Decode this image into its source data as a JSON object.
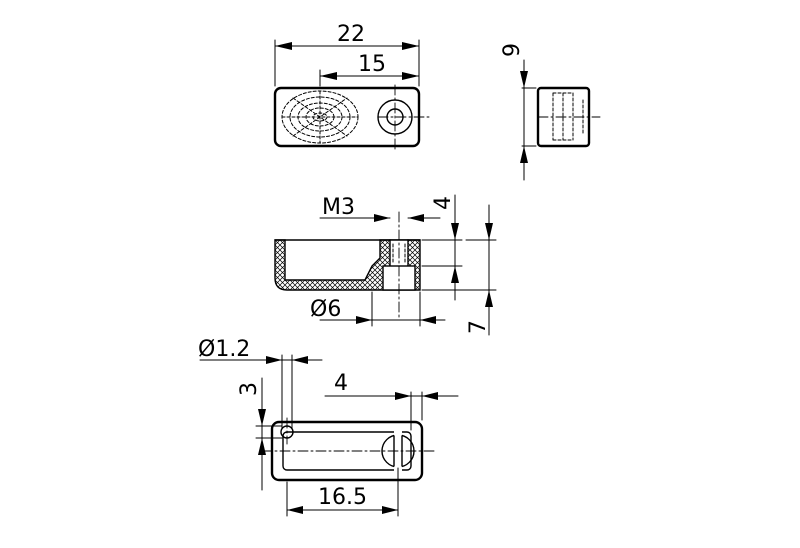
{
  "dimensions": {
    "overall_length": "22",
    "hole_offset": "15",
    "height_side": "9",
    "thread": "M3",
    "counterbore_depth": "4",
    "bore_diameter": "Ø6",
    "total_height": "7",
    "pin_diameter": "Ø1.2",
    "pin_offset_vertical": "3",
    "slot_offset": "4",
    "pin_to_hole": "16.5"
  }
}
